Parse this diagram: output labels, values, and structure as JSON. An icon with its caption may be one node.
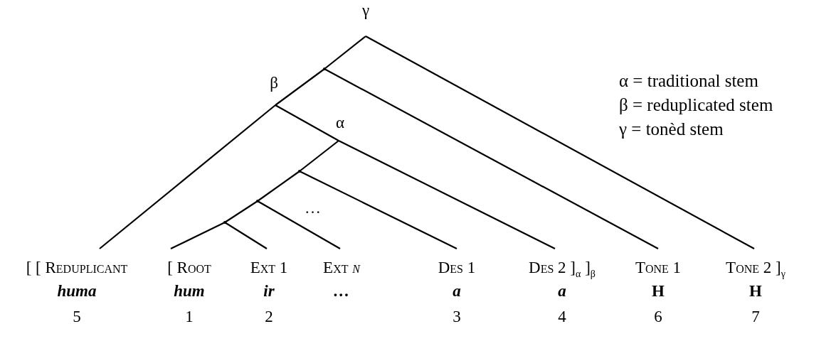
{
  "diagram": {
    "nodes": [
      {
        "text": [
          "γ"
        ]
      },
      {
        "text": [],
        "shape": "point"
      },
      {
        "text": [
          "β"
        ]
      },
      {
        "text": [
          "α"
        ]
      },
      {
        "text": [],
        "shape": "point"
      },
      {
        "text": [],
        "shape": "point"
      },
      {
        "text": [],
        "shape": "point"
      },
      {
        "text": [
          "[ [ Reduplicant",
          "huma",
          "5"
        ]
      },
      {
        "text": [
          "[ Root",
          "hum",
          "1"
        ]
      },
      {
        "text": [
          "Ext 1",
          "ir",
          "2"
        ]
      },
      {
        "text": [
          "Ext *n*",
          "…"
        ]
      },
      {
        "text": [
          "Des 1",
          "a",
          "3"
        ]
      },
      {
        "text": [
          "Des 2 ]$_{α}$ ]$_{β}$",
          "a",
          "4"
        ]
      },
      {
        "text": [
          "Tone 1",
          "H",
          "6"
        ]
      },
      {
        "text": [
          "Tone 2 ]$_{γ}$",
          "H",
          "7"
        ]
      }
    ],
    "edges": [
      {
        "from": 0,
        "to": 1,
        "arrow": "none"
      },
      {
        "from": 1,
        "to": 2,
        "arrow": "none"
      },
      {
        "from": 0,
        "to": 14,
        "arrow": "none"
      },
      {
        "from": 1,
        "to": 13,
        "arrow": "none"
      },
      {
        "from": 2,
        "to": 7,
        "arrow": "none"
      },
      {
        "from": 2,
        "to": 3,
        "arrow": "none"
      },
      {
        "from": 3,
        "to": 12,
        "arrow": "none"
      },
      {
        "from": 3,
        "to": 4,
        "arrow": "none"
      },
      {
        "from": 4,
        "to": 11,
        "arrow": "none"
      },
      {
        "from": 4,
        "to": 5,
        "arrow": "none"
      },
      {
        "from": 5,
        "to": 10,
        "arrow": "none"
      },
      {
        "from": 5,
        "to": 6,
        "arrow": "none"
      },
      {
        "from": 6,
        "to": 9,
        "arrow": "none"
      },
      {
        "from": 6,
        "to": 8,
        "arrow": "none"
      }
    ],
    "labels": [
      "…",
      "α = traditional stem",
      "β = reduplicated stem",
      "γ = tonèd stem"
    ]
  }
}
